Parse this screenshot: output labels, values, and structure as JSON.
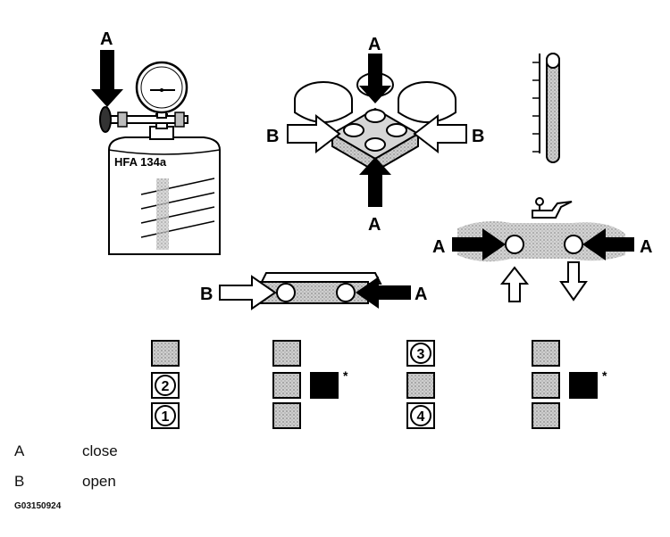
{
  "diagram": {
    "cylinder_label": "HFA 134a",
    "label_a": "A",
    "label_b": "B",
    "asterisk": "*",
    "valve_numbers": [
      "1",
      "2",
      "3",
      "4"
    ]
  },
  "legend": [
    {
      "key": "A",
      "value": "close"
    },
    {
      "key": "B",
      "value": "open"
    }
  ],
  "figure_id": "G03150924"
}
